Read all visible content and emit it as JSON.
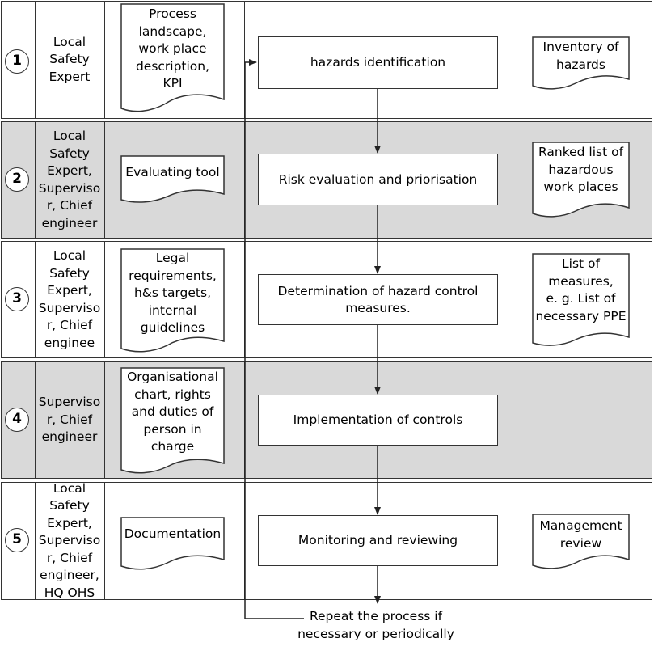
{
  "rows": [
    {
      "number": "1",
      "actor_lines": [
        "Local",
        "Safety",
        "Expert"
      ],
      "input_lines": [
        "Process",
        "landscape,",
        "work place",
        "description,",
        "KPI"
      ],
      "process": "hazards identification",
      "output_lines": [
        "Inventory of",
        "hazards"
      ]
    },
    {
      "number": "2",
      "actor_lines": [
        "Local",
        "Safety",
        "Expert,",
        "Superviso",
        "r, Chief",
        "engineer"
      ],
      "input_lines": [
        "Evaluating tool"
      ],
      "process": "Risk evaluation and priorisation",
      "output_lines": [
        "Ranked list of",
        "hazardous",
        "work places"
      ]
    },
    {
      "number": "3",
      "actor_lines": [
        "Local",
        "Safety",
        "Expert,",
        "Superviso",
        "r, Chief",
        "enginee"
      ],
      "input_lines": [
        "Legal",
        "requirements,",
        "h&s targets,",
        "internal",
        "guidelines"
      ],
      "process": "Determination of hazard control measures.",
      "output_lines": [
        "List of",
        "measures,",
        "e. g. List of",
        "necessary PPE"
      ]
    },
    {
      "number": "4",
      "actor_lines": [
        "Superviso",
        "r, Chief",
        "engineer"
      ],
      "input_lines": [
        "Organisational",
        "chart, rights",
        "and duties of",
        "person in",
        "charge"
      ],
      "process": "Implementation of controls",
      "output_lines": []
    },
    {
      "number": "5",
      "actor_lines": [
        "Local",
        "Safety",
        "Expert,",
        "Superviso",
        "r, Chief",
        "engineer,",
        "HQ OHS"
      ],
      "input_lines": [
        "Documentation"
      ],
      "process": "Monitoring and reviewing",
      "output_lines": [
        "Management",
        "review"
      ]
    }
  ],
  "footer_lines": [
    "Repeat the process if",
    "necessary or periodically"
  ],
  "colors": {
    "shaded_row": "#d9d9d9",
    "line": "#333333",
    "background": "#ffffff"
  }
}
